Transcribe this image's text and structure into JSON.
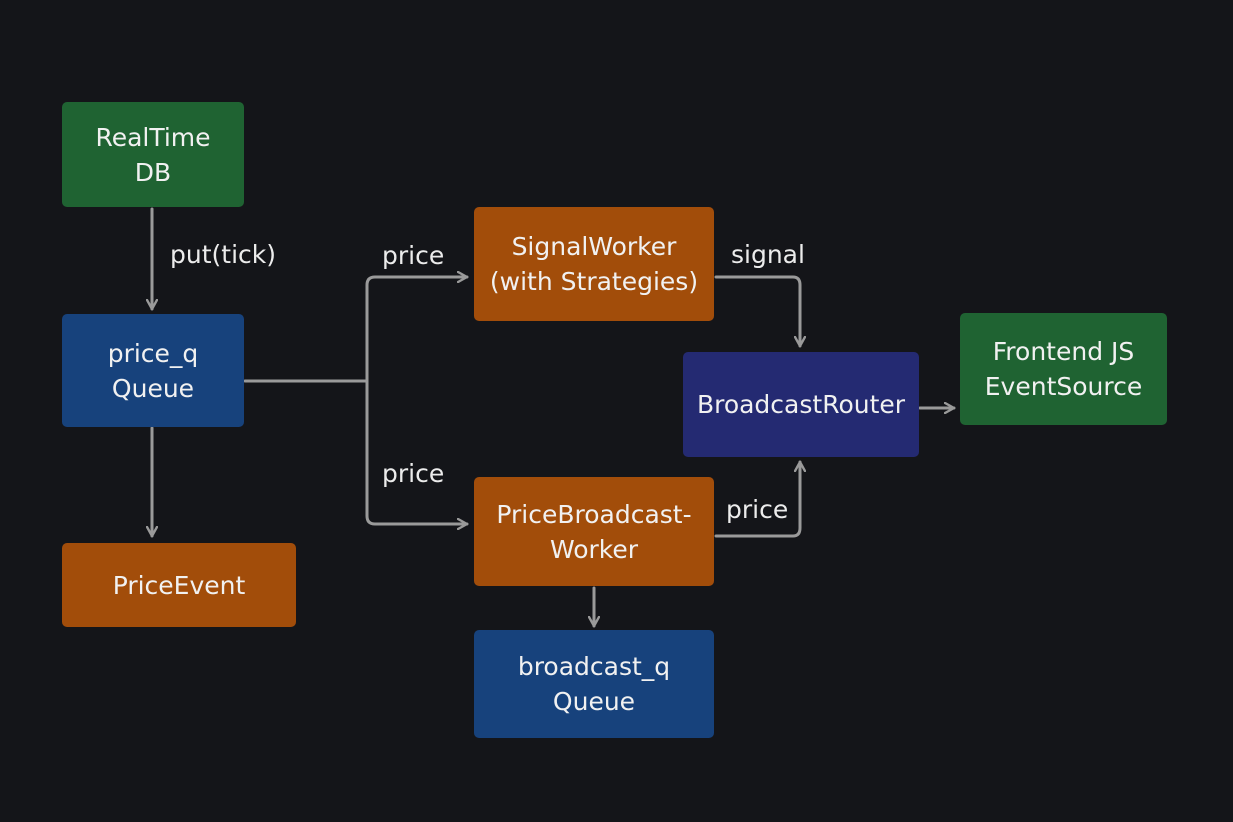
{
  "nodes": {
    "realtime_db": {
      "lines": [
        "RealTime",
        "DB"
      ],
      "color": "#1f6332"
    },
    "price_q": {
      "lines": [
        "price_q",
        "Queue"
      ],
      "color": "#17427c"
    },
    "price_event": {
      "lines": [
        "PriceEvent"
      ],
      "color": "#a24d0a"
    },
    "signal_worker": {
      "lines": [
        "SignalWorker",
        "(with Strategies)"
      ],
      "color": "#a24d0a"
    },
    "price_broadcast_worker": {
      "lines": [
        "PriceBroadcast-",
        "Worker"
      ],
      "color": "#a24d0a"
    },
    "broadcast_q": {
      "lines": [
        "broadcast_q",
        "Queue"
      ],
      "color": "#17427c"
    },
    "broadcast_router": {
      "lines": [
        "BroadcastRouter"
      ],
      "color": "#242a72"
    },
    "frontend": {
      "lines": [
        "Frontend JS",
        "EventSource"
      ],
      "color": "#1f6332"
    }
  },
  "edges": {
    "db_to_queue": "put(tick)",
    "queue_to_signal": "price",
    "queue_to_pbw": "price",
    "signal_to_router": "signal",
    "pbw_to_router": "price"
  },
  "colors": {
    "background": "#141519",
    "connector": "#9a9a9a",
    "text": "#f1f1f1"
  }
}
